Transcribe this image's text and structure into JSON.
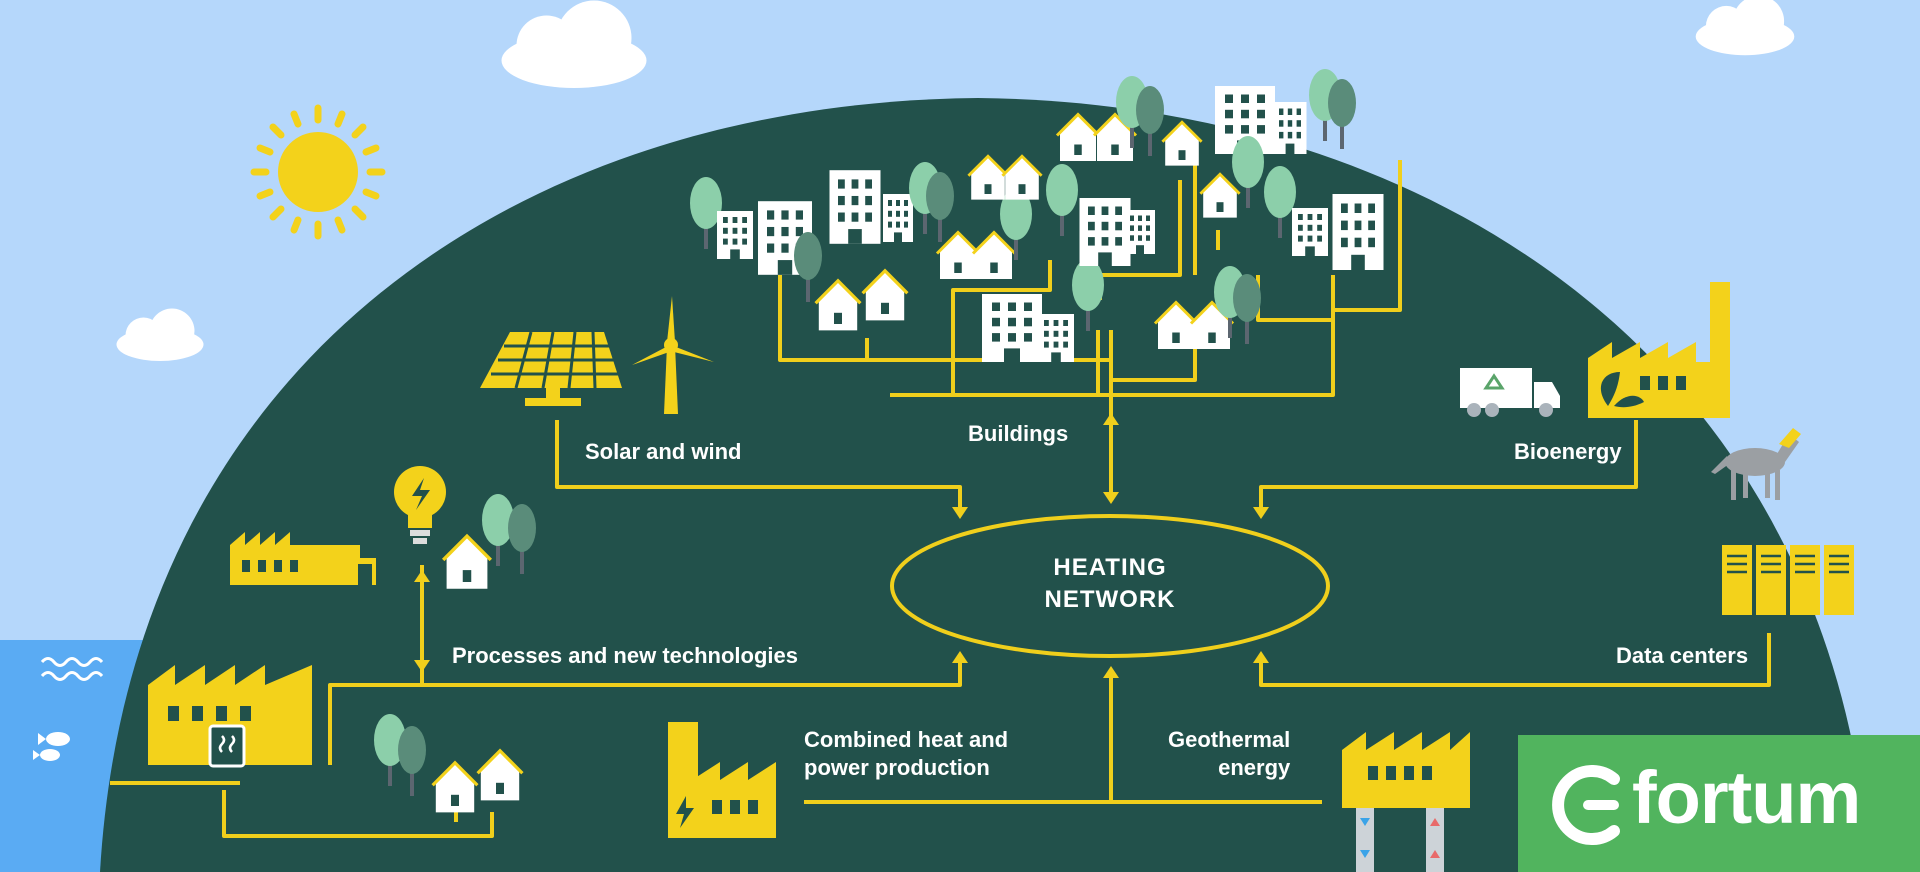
{
  "diagram": {
    "center": {
      "line1": "HEATING",
      "line2": "NETWORK"
    },
    "labels": {
      "solar_wind": "Solar and wind",
      "buildings": "Buildings",
      "bioenergy": "Bioenergy",
      "processes": "Processes and new technologies",
      "data_centers": "Data centers",
      "chp": "Combined heat and\npower production",
      "geothermal": "Geothermal\nenergy"
    }
  },
  "brand": {
    "name": "fortum"
  },
  "colors": {
    "sky": "#b5d7fb",
    "dome": "#22514b",
    "accent_yellow": "#f3d21b",
    "line_yellow": "#f0cf1c",
    "sea": "#5aabf3",
    "tree": "#8ccfaa",
    "brand_green": "#51b45e"
  }
}
